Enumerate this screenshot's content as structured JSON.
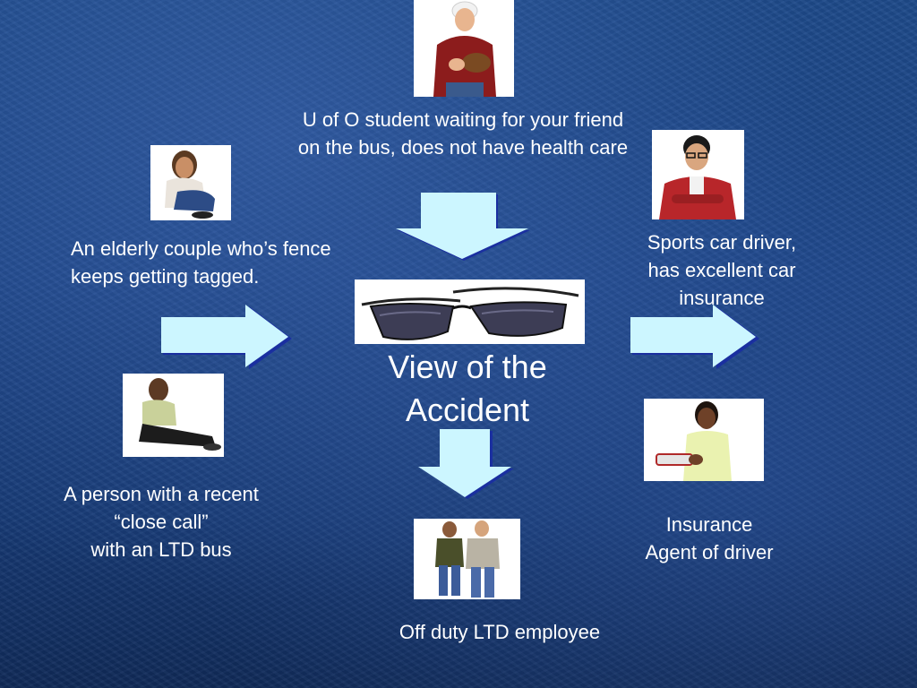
{
  "slide": {
    "center_title": "View of the\nAccident",
    "nodes": {
      "student": {
        "label": "U of O student waiting for your friend\non the bus, does not have health care",
        "photo_icon": "baseball-player-photo"
      },
      "elderly_couple": {
        "label": "An elderly couple who’s fence\nkeeps getting tagged.",
        "photo_icon": "seated-woman-photo"
      },
      "sports_car_driver": {
        "label": "Sports car driver,\nhas excellent car\ninsurance",
        "photo_icon": "young-man-glasses-photo"
      },
      "close_call": {
        "label": "A person with a recent\n“close call”\nwith an LTD bus",
        "photo_icon": "seated-man-photo"
      },
      "insurance_agent": {
        "label": "Insurance\nAgent of driver",
        "photo_icon": "woman-with-papers-photo"
      },
      "ltd_employee": {
        "label": "Off duty LTD employee",
        "photo_icon": "couple-standing-photo"
      }
    },
    "center_icon": "sunglasses-photo",
    "colors": {
      "arrow_fill": "#ccf6ff",
      "arrow_edge": "#1a2fa0",
      "text": "#ffffff"
    }
  }
}
